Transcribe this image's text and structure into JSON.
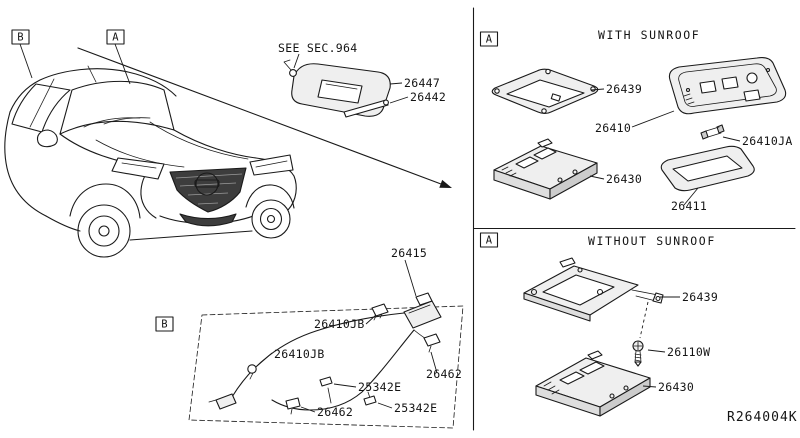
{
  "diagram_id": "R264004K",
  "callouts": {
    "a": "A",
    "b": "B"
  },
  "notes": {
    "see_sec": "SEE SEC.964"
  },
  "visor": {
    "visor_part": "26447",
    "rod_part": "26442"
  },
  "with_sunroof": {
    "title": "WITH SUNROOF",
    "finisher": "26439",
    "assembly": "26410",
    "bulb": "26410JA",
    "lens": "26411",
    "lamp": "26430"
  },
  "without_sunroof": {
    "title": "WITHOUT SUNROOF",
    "bracket": "26439",
    "screw": "26110W",
    "lamp": "26430"
  },
  "harness": {
    "assembly": "26415",
    "connector_a": "26410JB",
    "connector_b": "26410JB",
    "clip_right": "26462",
    "clip_bottom": "26462",
    "clamp_a": "25342E",
    "clamp_b": "25342E"
  }
}
